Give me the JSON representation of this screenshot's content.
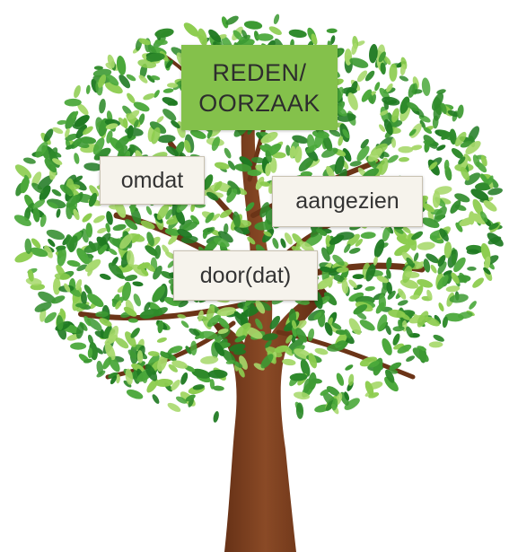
{
  "diagram": {
    "main_label": "REDEN/\nOORZAAK",
    "branch_labels": [
      {
        "id": "omdat",
        "text": "omdat"
      },
      {
        "id": "aangezien",
        "text": "aangezien"
      },
      {
        "id": "door",
        "text": "door(dat)"
      }
    ]
  },
  "colors": {
    "main_box": "#84c14b",
    "small_box": "#f6f3ec",
    "trunk": "#7a3d1d",
    "leaf_dark": "#2e8a2a",
    "leaf_mid": "#4aa83a",
    "leaf_light": "#8ccc4e"
  }
}
